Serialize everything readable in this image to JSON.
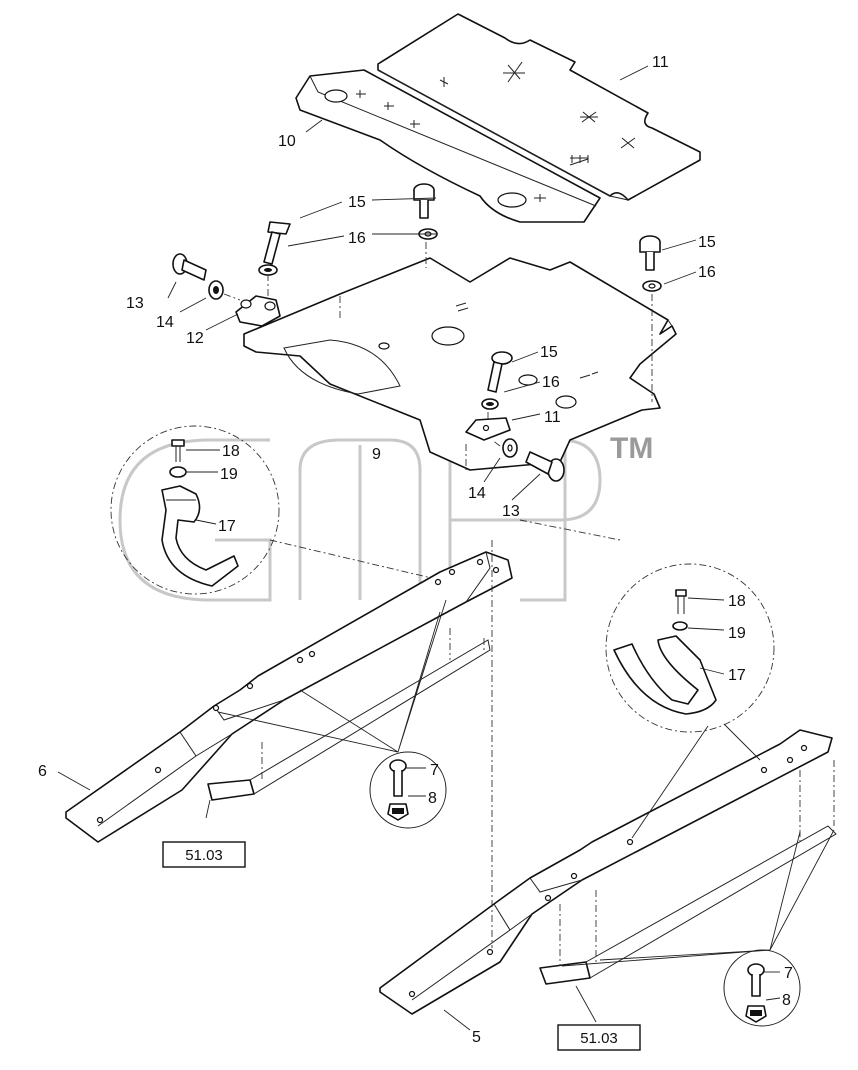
{
  "watermark": {
    "logo": "gmp",
    "trademark": "TM"
  },
  "part_labels": {
    "p5": "5",
    "p6": "6",
    "p7a": "7",
    "p8a": "8",
    "p7b": "7",
    "p8b": "8",
    "p9": "9",
    "p10": "10",
    "p11a": "11",
    "p11b": "11",
    "p12": "12",
    "p13a": "13",
    "p13b": "13",
    "p14a": "14",
    "p14b": "14",
    "p15a": "15",
    "p15b": "15",
    "p15c": "15",
    "p16a": "16",
    "p16b": "16",
    "p16c": "16",
    "p17a": "17",
    "p18a": "18",
    "p19a": "19",
    "p17b": "17",
    "p18b": "18",
    "p19b": "19"
  },
  "references": {
    "left": "51.03",
    "right": "51.03"
  }
}
